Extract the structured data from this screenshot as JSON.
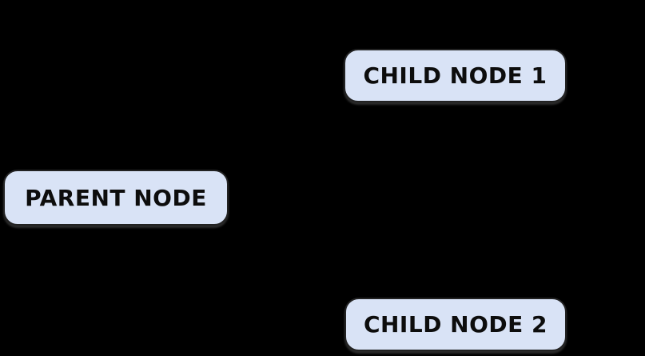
{
  "diagram": {
    "type": "tree",
    "background_color": "#000000",
    "node_style": {
      "fill_color": "#d9e3f6",
      "border_color": "#222222",
      "text_color": "#0d0d0d"
    },
    "nodes": [
      {
        "id": "parent",
        "label": "PARENT NODE",
        "role": "root"
      },
      {
        "id": "child1",
        "label": "CHILD NODE 1",
        "role": "child"
      },
      {
        "id": "child2",
        "label": "CHILD NODE 2",
        "role": "child"
      }
    ]
  }
}
